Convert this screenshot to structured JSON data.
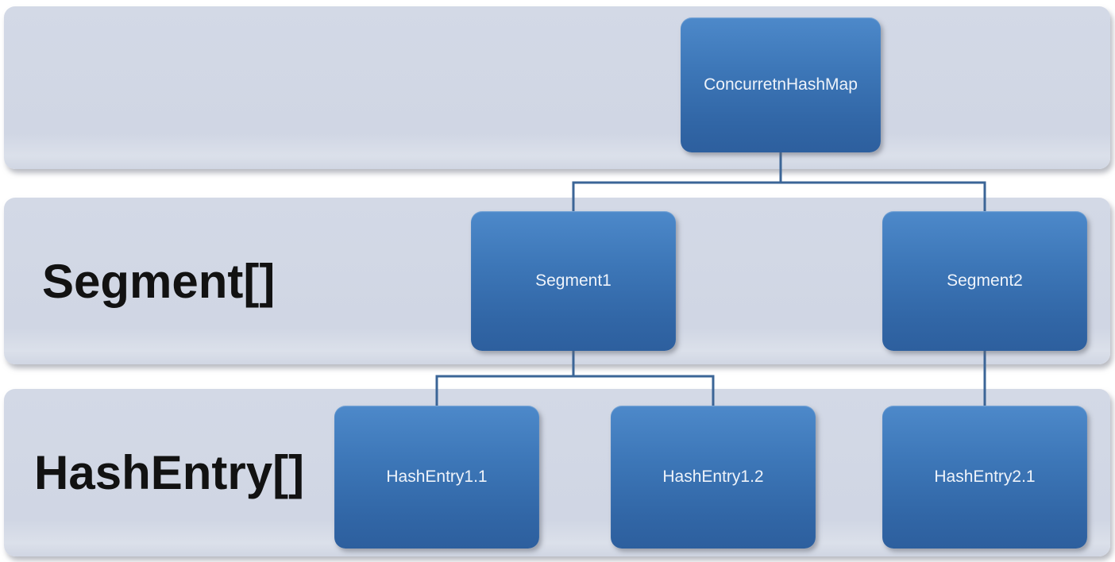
{
  "diagram": {
    "title_implied": "ConcurrentHashMap internal structure",
    "bands": [
      {
        "name": "root-row",
        "label": ""
      },
      {
        "name": "segment-row",
        "label": "Segment[]"
      },
      {
        "name": "hashentry-row",
        "label": "HashEntry[]"
      }
    ],
    "nodes": [
      {
        "id": "concurretnhashmap",
        "label": "ConcurretnHashMap",
        "row": 0
      },
      {
        "id": "segment1",
        "label": "Segment1",
        "row": 1
      },
      {
        "id": "segment2",
        "label": "Segment2",
        "row": 1
      },
      {
        "id": "hashentry-1-1",
        "label": "HashEntry1.1",
        "row": 2
      },
      {
        "id": "hashentry-1-2",
        "label": "HashEntry1.2",
        "row": 2
      },
      {
        "id": "hashentry-2-1",
        "label": "HashEntry2.1",
        "row": 2
      }
    ],
    "edges": [
      {
        "from": "ConcurretnHashMap",
        "to": "Segment1"
      },
      {
        "from": "ConcurretnHashMap",
        "to": "Segment2"
      },
      {
        "from": "Segment1",
        "to": "HashEntry1.1"
      },
      {
        "from": "Segment1",
        "to": "HashEntry1.2"
      },
      {
        "from": "Segment2",
        "to": "HashEntry2.1"
      }
    ],
    "colors": {
      "background": "#ffffff",
      "band_fill": "#d1d7e4",
      "node_fill_top": "#4d89ca",
      "node_fill_bottom": "#2d5f9e",
      "node_text": "#eef3fa",
      "band_label_text": "#121212",
      "connector": "#3b6597"
    }
  }
}
